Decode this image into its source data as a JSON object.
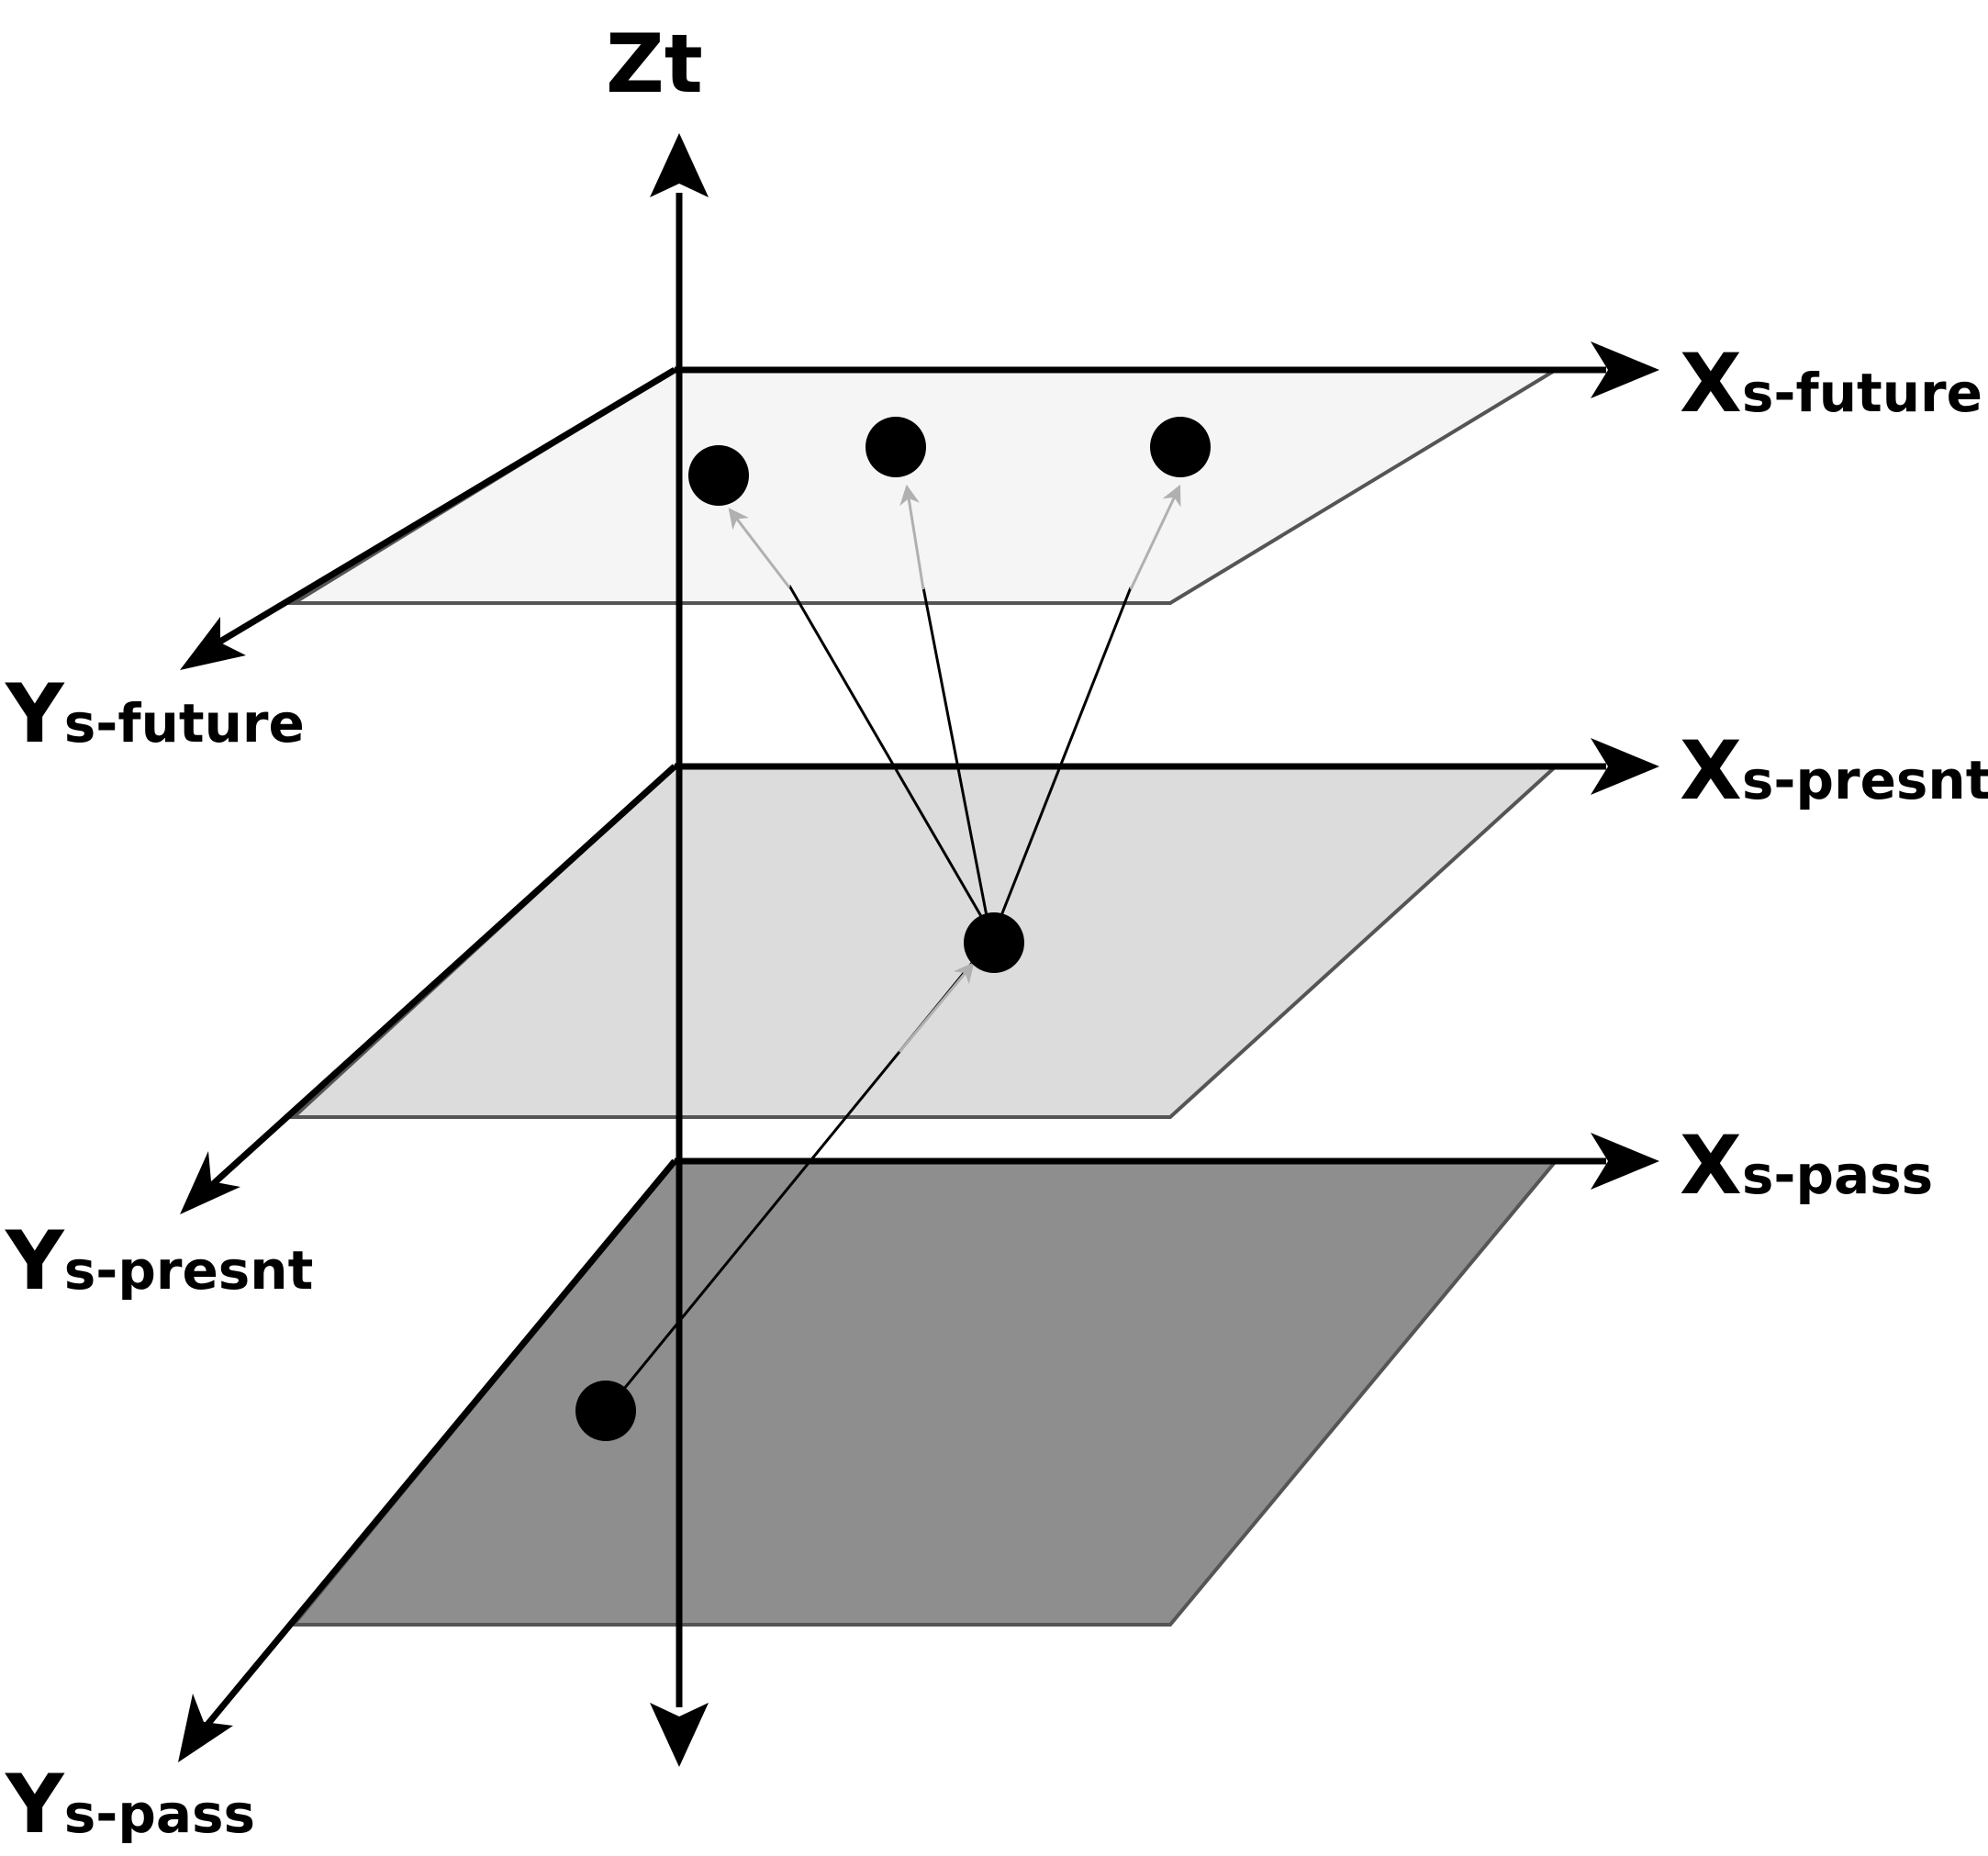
{
  "axes": {
    "z": {
      "label": "Zt"
    },
    "planes": [
      {
        "id": "future",
        "x_main": "X",
        "x_sub": "s-future",
        "y_main": "Y",
        "y_sub": "s-future"
      },
      {
        "id": "presnt",
        "x_main": "X",
        "x_sub": "s-presnt",
        "y_main": "Y",
        "y_sub": "s-presnt"
      },
      {
        "id": "pass",
        "x_main": "X",
        "x_sub": "s-pass",
        "y_main": "Y",
        "y_sub": "s-pass"
      }
    ]
  },
  "colors": {
    "future_plane": "#f4f4f4",
    "presnt_plane": "#d9d9d9",
    "pass_plane": "#8e8e8e",
    "ink": "#000000",
    "faded_arrow": "#a8a8a8"
  }
}
